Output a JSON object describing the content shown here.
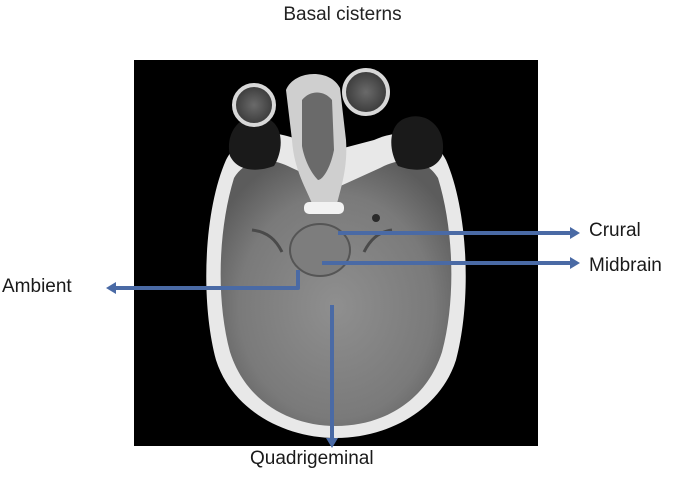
{
  "figure": {
    "title": "Basal cisterns",
    "arrow_color": "#4a6aa5",
    "labels": {
      "crural": "Crural",
      "midbrain": "Midbrain",
      "ambient": "Ambient",
      "quadrigeminal": "Quadrigeminal"
    }
  }
}
